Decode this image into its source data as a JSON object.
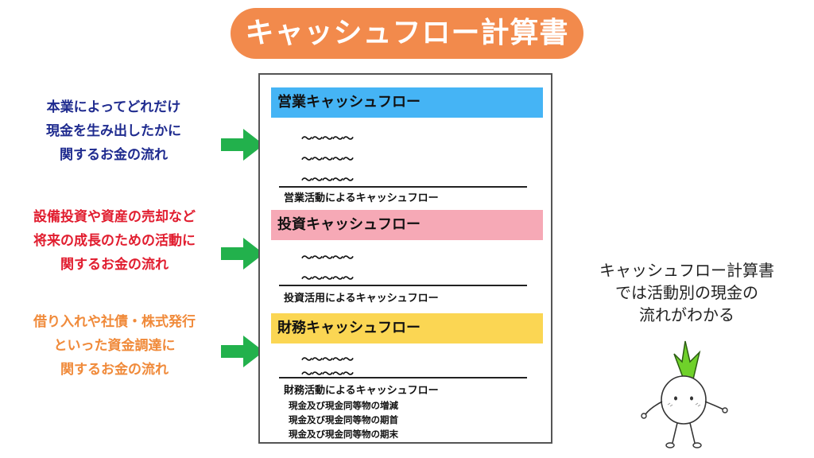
{
  "title": "キャッシュフロー計算書",
  "left_descriptions": {
    "operating": [
      "本業によってどれだけ",
      "現金を生み出したかに",
      "関するお金の流れ"
    ],
    "investing": [
      "設備投資や資産の売却など",
      "将来の成長のための活動に",
      "関するお金の流れ"
    ],
    "financing": [
      "借り入れや社債・株式発行",
      "といった資金調達に",
      "関するお金の流れ"
    ]
  },
  "colors": {
    "title_bg": "#f28a4c",
    "operating_band": "#45b4f5",
    "investing_band": "#f6a9b6",
    "financing_band": "#fbd653",
    "arrow": "#22b14c",
    "operating_text": "#1f2b8f",
    "investing_text": "#e11d2f",
    "financing_text": "#f08a3a"
  },
  "statement": {
    "operating": {
      "header": "営業キャッシュフロー",
      "items": [
        "〜〜〜〜〜",
        "〜〜〜〜〜",
        "〜〜〜〜〜"
      ],
      "subtotal": "営業活動によるキャッシュフロー"
    },
    "investing": {
      "header": "投資キャッシュフロー",
      "items": [
        "〜〜〜〜〜",
        "〜〜〜〜〜"
      ],
      "subtotal": "投資活用によるキャッシュフロー"
    },
    "financing": {
      "header": "財務キャッシュフロー",
      "items": [
        "〜〜〜〜〜",
        "〜〜〜〜〜"
      ],
      "subtotal": "財務活動によるキャッシュフロー",
      "extra": [
        "現金及び現金同等物の増減",
        "現金及び現金同等物の期首",
        "現金及び現金同等物の期末"
      ]
    }
  },
  "side_note": [
    "キャッシュフロー計算書",
    "では活動別の現金の",
    "流れがわかる"
  ],
  "icons": [
    "right-arrow-icon",
    "mascot-character"
  ]
}
